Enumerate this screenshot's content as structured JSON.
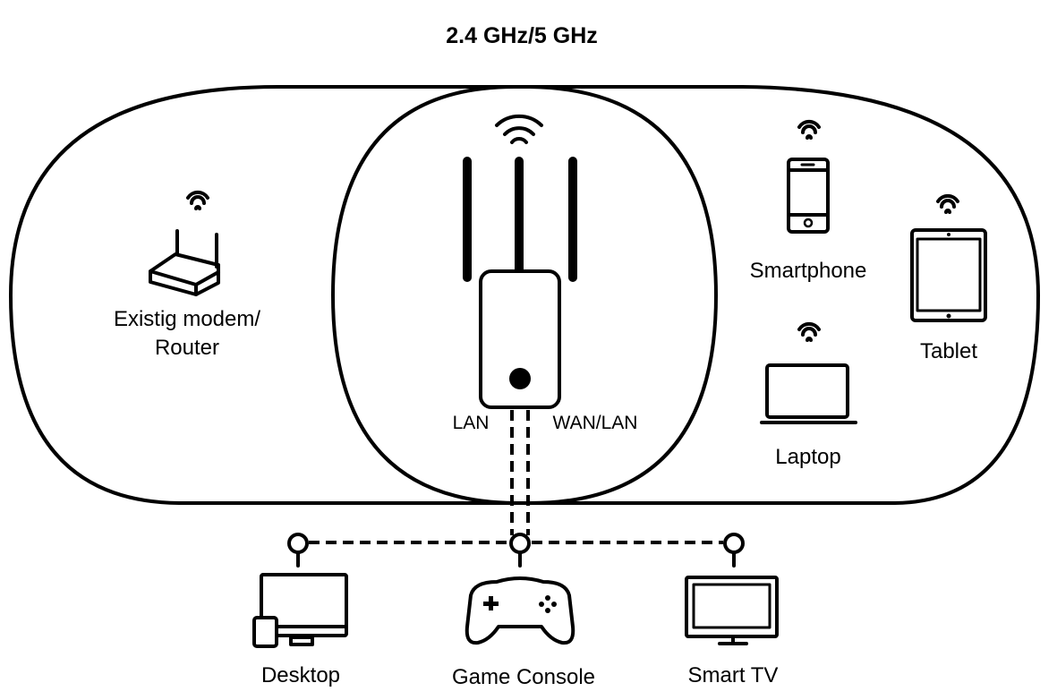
{
  "title": "2.4 GHz/5 GHz",
  "colors": {
    "stroke": "#000000",
    "background": "#ffffff"
  },
  "extender": {
    "icon": "wifi-extender-icon",
    "port_left": "LAN",
    "port_right": "WAN/LAN"
  },
  "wireless_devices": {
    "router": {
      "label_line1": "Existig modem/",
      "label_line2": "Router",
      "icon": "router-icon"
    },
    "smartphone": {
      "label": "Smartphone",
      "icon": "smartphone-icon"
    },
    "tablet": {
      "label": "Tablet",
      "icon": "tablet-icon"
    },
    "laptop": {
      "label": "Laptop",
      "icon": "laptop-icon"
    }
  },
  "wired_devices": {
    "desktop": {
      "label": "Desktop",
      "icon": "desktop-icon"
    },
    "console": {
      "label": "Game Console",
      "icon": "gamepad-icon"
    },
    "tv": {
      "label": "Smart TV",
      "icon": "tv-icon"
    }
  }
}
